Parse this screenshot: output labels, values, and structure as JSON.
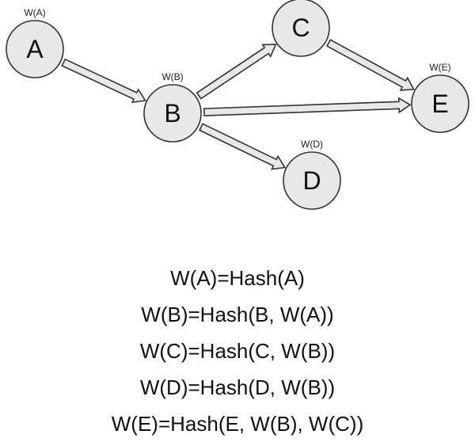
{
  "diagram": {
    "fill_color": "#e8e8e8",
    "stroke_color": "#333333",
    "nodes": [
      {
        "id": "A",
        "label": "A",
        "weight_label": "W(A)"
      },
      {
        "id": "B",
        "label": "B",
        "weight_label": "W(B)"
      },
      {
        "id": "C",
        "label": "C",
        "weight_label": ""
      },
      {
        "id": "D",
        "label": "D",
        "weight_label": "W(D)"
      },
      {
        "id": "E",
        "label": "E",
        "weight_label": "W(E)"
      }
    ],
    "edges": [
      {
        "from": "A",
        "to": "B"
      },
      {
        "from": "B",
        "to": "C"
      },
      {
        "from": "C",
        "to": "E"
      },
      {
        "from": "B",
        "to": "E"
      },
      {
        "from": "B",
        "to": "D"
      }
    ]
  },
  "formulas": [
    "W(A)=Hash(A)",
    "W(B)=Hash(B, W(A))",
    "W(C)=Hash(C, W(B))",
    "W(D)=Hash(D, W(B))",
    "W(E)=Hash(E, W(B), W(C))"
  ]
}
